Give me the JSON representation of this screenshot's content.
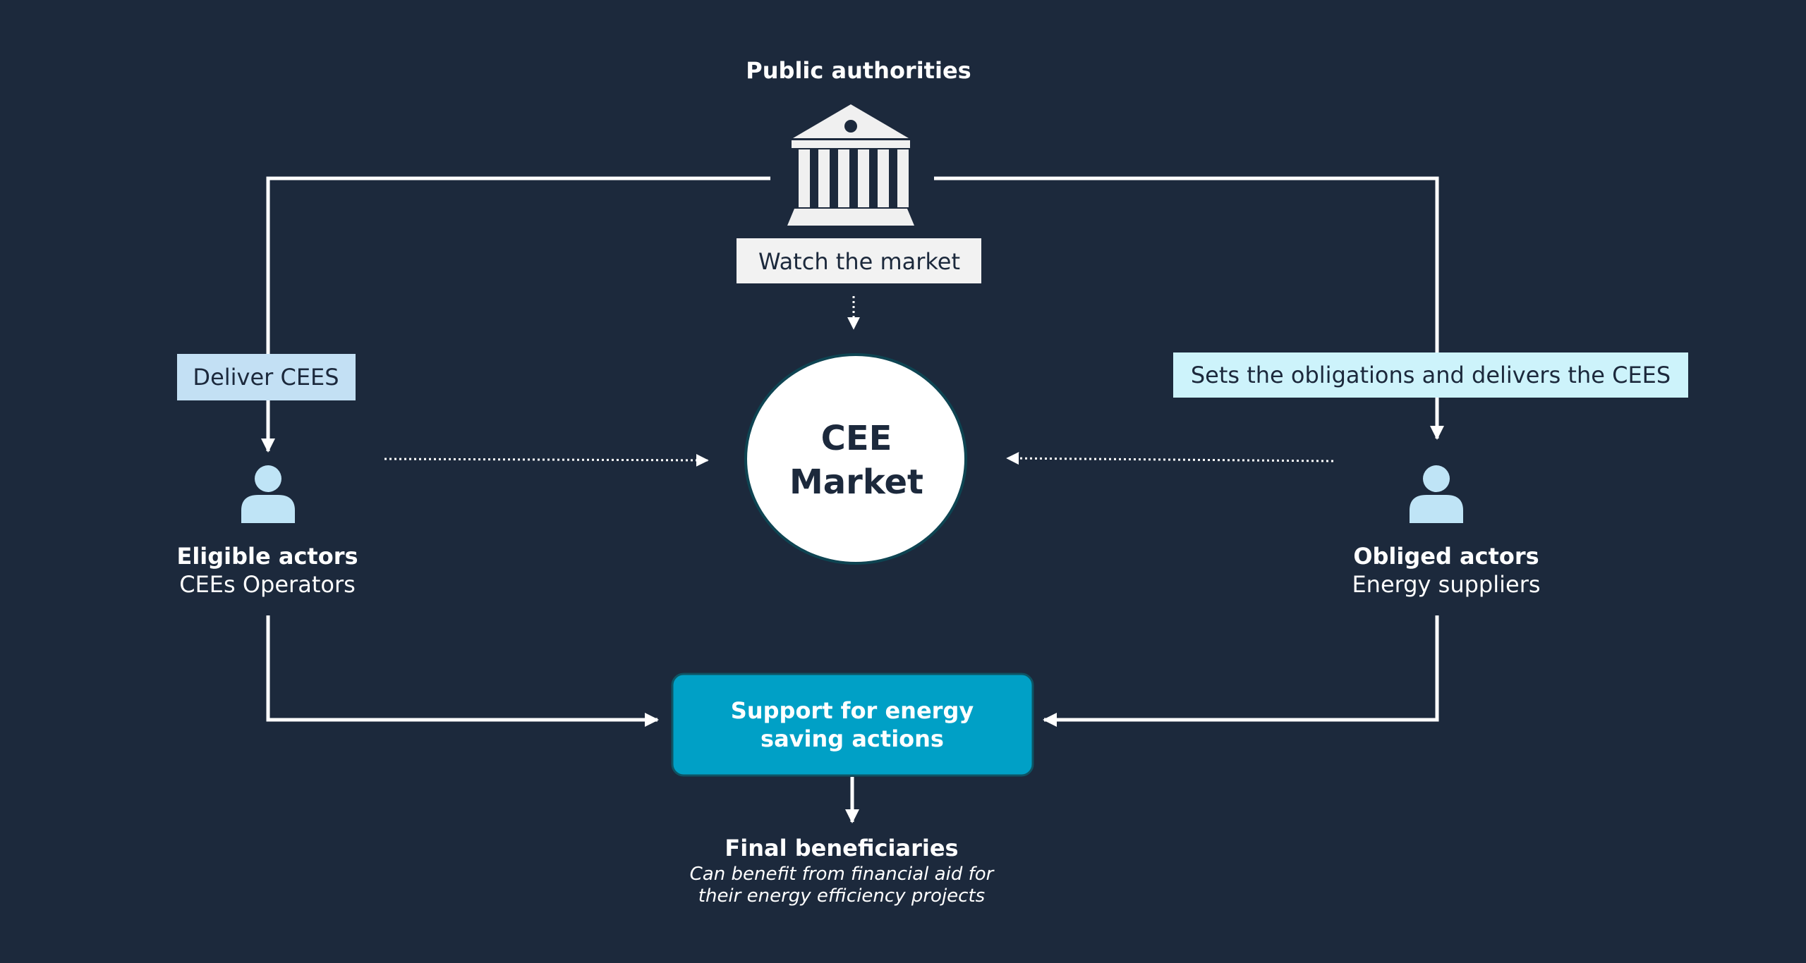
{
  "authority": {
    "title": "Public authorities",
    "role_label": "Watch the market",
    "icon": "government-building-icon"
  },
  "market": {
    "line1": "CEE",
    "line2": "Market"
  },
  "eligible": {
    "name": "Eligible actors",
    "subtitle": "CEEs Operators",
    "flow_label": "Deliver CEES",
    "icon": "person-icon"
  },
  "obliged": {
    "name": "Obliged actors",
    "subtitle": "Energy suppliers",
    "flow_label": "Sets the obligations and delivers the CEES",
    "icon": "person-icon"
  },
  "support": {
    "line1": "Support for energy",
    "line2": "saving actions"
  },
  "beneficiaries": {
    "title": "Final beneficiaries",
    "desc_line1": "Can benefit from financial aid for",
    "desc_line2": "their energy efficiency projects"
  },
  "colors": {
    "background": "#1c293c",
    "support_box": "#00a0c6",
    "deliver_label_bg": "#c3e0f4",
    "obligation_label_bg": "#cdf3fb",
    "person_icon": "#bfe4f6",
    "market_circle": "#ffffff",
    "market_text": "#1c293c"
  }
}
